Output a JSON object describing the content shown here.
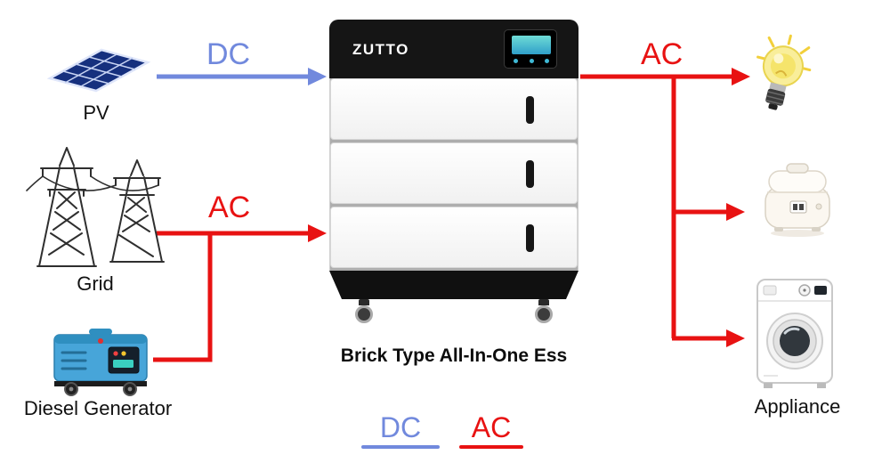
{
  "colors": {
    "dc_blue": "#7189dd",
    "ac_red": "#e81212",
    "ink": "#111111"
  },
  "labels": {
    "pv": "PV",
    "grid": "Grid",
    "diesel_generator": "Diesel Generator",
    "appliance": "Appliance"
  },
  "flows": {
    "dc_in": "DC",
    "ac_in": "AC",
    "ac_out": "AC"
  },
  "unit": {
    "brand": "ZUTTO",
    "caption": "Brick Type All-In-One Ess"
  },
  "legend": {
    "dc": "DC",
    "ac": "AC"
  },
  "icons": {
    "sources": [
      "pv-panel-icon",
      "grid-tower-icon",
      "diesel-generator-icon"
    ],
    "loads": [
      "light-bulb-icon",
      "rice-cooker-icon",
      "washing-machine-icon"
    ]
  }
}
